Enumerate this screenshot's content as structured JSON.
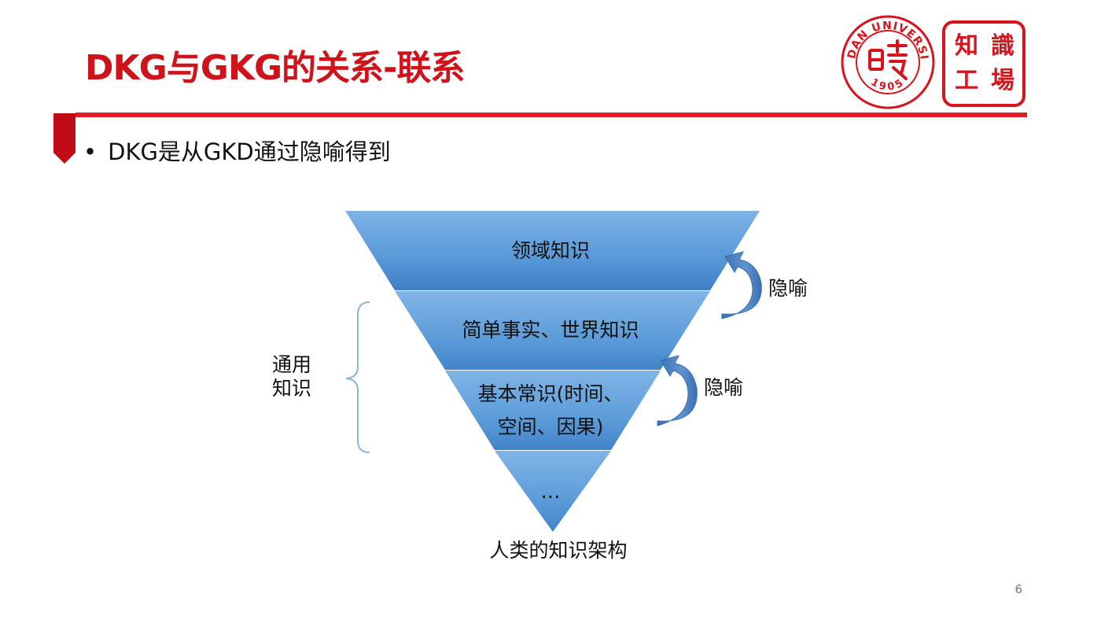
{
  "title": "DKG与GKG的关系-联系",
  "logo": {
    "seal_text": "FUDAN UNIVERSITY",
    "seal_year": "1905",
    "stamp_chars": [
      "知",
      "識",
      "工",
      "場"
    ]
  },
  "bullet": {
    "marker": "•",
    "text": "DKG是从GKD通过隐喻得到"
  },
  "pyramid": {
    "layers": [
      {
        "label": "领域知识"
      },
      {
        "label": "简单事实、世界知识"
      },
      {
        "label_line1": "基本常识(时间、",
        "label_line2": "空间、因果)"
      },
      {
        "label": "…"
      }
    ],
    "caption": "人类的知识架构"
  },
  "brace_label": {
    "line1": "通用",
    "line2": "知识"
  },
  "arrows": [
    {
      "label": "隐喻"
    },
    {
      "label": "隐喻"
    }
  ],
  "page_number": "6",
  "colors": {
    "brand_red": "#d0121b",
    "layer_light": "#6ea7dd",
    "layer_dark": "#3f82c9",
    "arrow_fill": "#4a82c0"
  }
}
